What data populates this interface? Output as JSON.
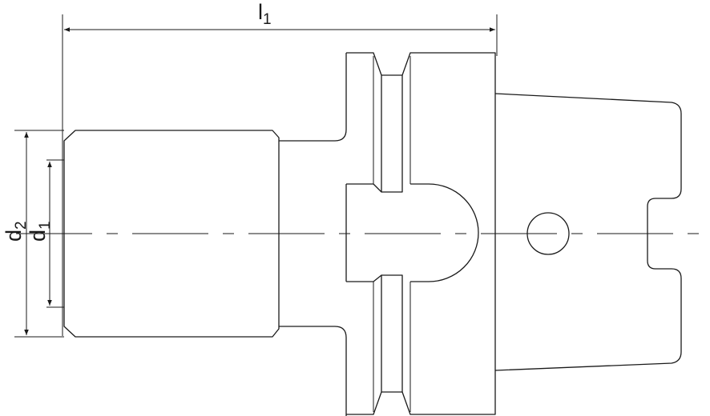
{
  "dimensions": {
    "l1": {
      "main": "l",
      "sub": "1"
    },
    "d1": {
      "main": "d",
      "sub": "1"
    },
    "d2": {
      "main": "d",
      "sub": "2"
    }
  }
}
